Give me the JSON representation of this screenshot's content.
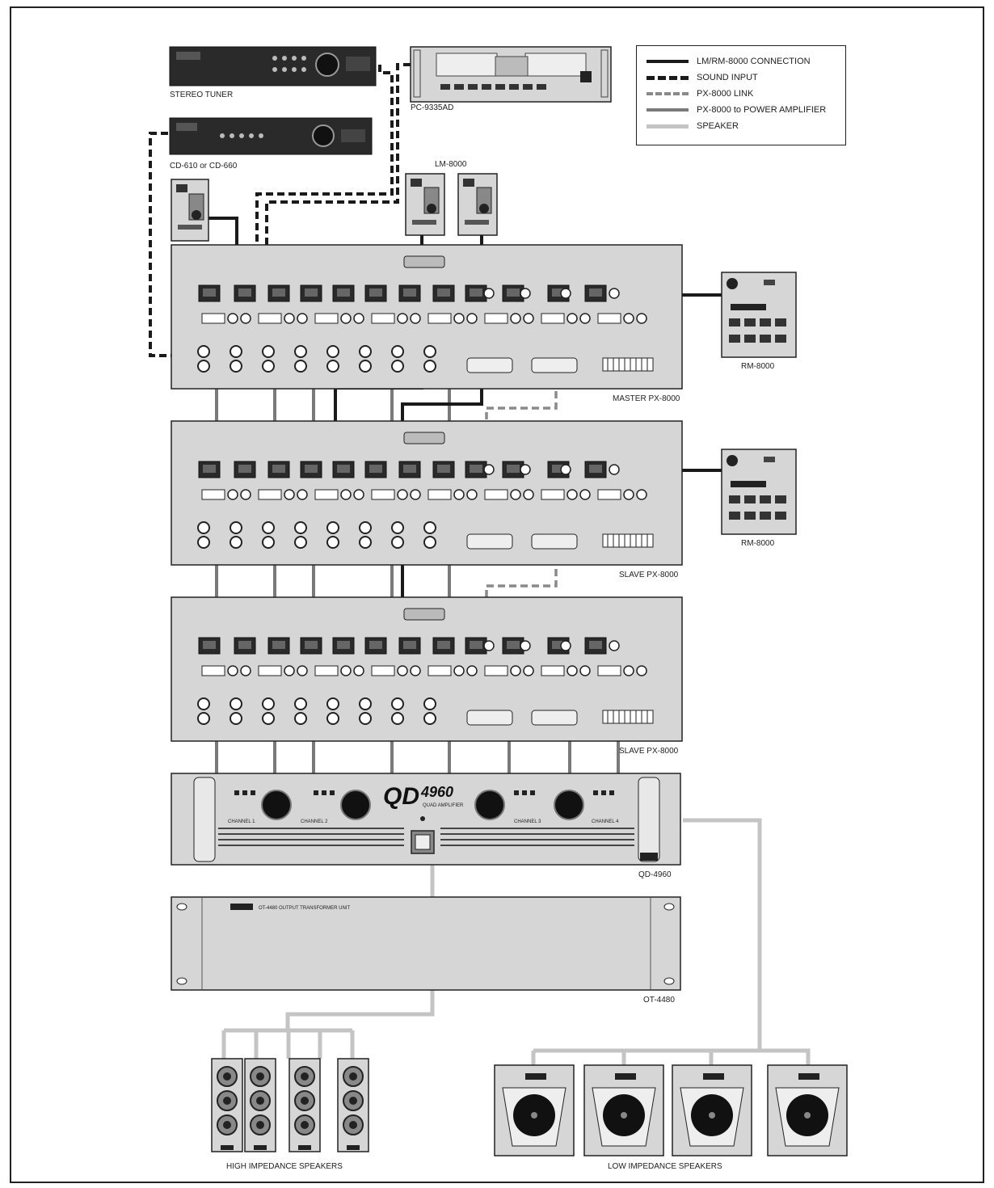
{
  "legend": {
    "items": [
      {
        "label": "LM/RM-8000 CONNECTION",
        "color": "#1a1a1a",
        "style": "solid"
      },
      {
        "label": "SOUND INPUT",
        "color": "#1a1a1a",
        "style": "dashed"
      },
      {
        "label": "PX-8000 LINK",
        "color": "#8a8a8a",
        "style": "dashed"
      },
      {
        "label": "PX-8000 to POWER AMPLIFIER",
        "color": "#7a7a7a",
        "style": "solid"
      },
      {
        "label": "SPEAKER",
        "color": "#c4c4c4",
        "style": "solid"
      }
    ]
  },
  "devices": {
    "stereo_tuner": "STEREO TUNER",
    "cd_player": "CD-610 or CD-660",
    "cassette_deck": "PC-9335AD",
    "lm_module": "LM-8000",
    "master_px": "MASTER PX-8000",
    "slave_px_1": "SLAVE PX-8000",
    "slave_px_2": "SLAVE PX-8000",
    "rm_1": "RM-8000",
    "rm_2": "RM-8000",
    "amplifier": "QD-4960",
    "amp_brand": "QD",
    "amp_model_number": "4960",
    "amp_subtitle": "QUAD AMPLIFIER",
    "amp_channels": [
      "CHANNEL 1",
      "CHANNEL 2",
      "CHANNEL 3",
      "CHANNEL 4"
    ],
    "transformer": "OT-4480",
    "transformer_panel_text": "OT-4480 OUTPUT TRANSFORMER UNIT",
    "high_speakers": "HIGH IMPEDANCE SPEAKERS",
    "low_speakers": "LOW IMPEDANCE SPEAKERS"
  },
  "colors": {
    "device_fill": "#d6d6d6",
    "device_dark": "#2a2a2a",
    "cable_control": "#1a1a1a",
    "cable_amp": "#7a7a7a",
    "cable_link": "#8a8a8a",
    "cable_speaker": "#c4c4c4"
  }
}
